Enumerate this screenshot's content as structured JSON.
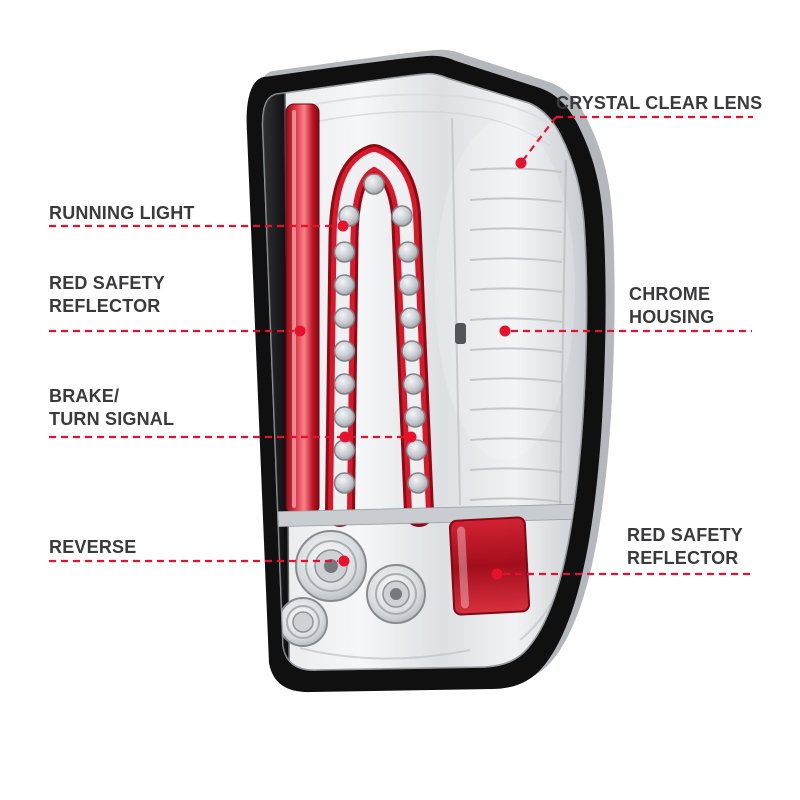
{
  "page": {
    "background": "#ffffff",
    "description": "Annotated feature diagram of an LED tail light"
  },
  "colors": {
    "callout_red": "#E8112D",
    "label_text": "#3A3A3C"
  },
  "callouts": {
    "crystal_clear_lens": {
      "label": "CRYSTAL CLEAR LENS"
    },
    "running_light": {
      "label": "RUNNING LIGHT"
    },
    "red_safety_reflector_left": {
      "label": "RED SAFETY\nREFLECTOR"
    },
    "chrome_housing": {
      "label": "CHROME\nHOUSING"
    },
    "brake_turn_signal": {
      "label": "BRAKE/\nTURN SIGNAL"
    },
    "reverse": {
      "label": "REVERSE"
    },
    "red_safety_reflector_right": {
      "label": "RED SAFETY\nREFLECTOR"
    }
  }
}
